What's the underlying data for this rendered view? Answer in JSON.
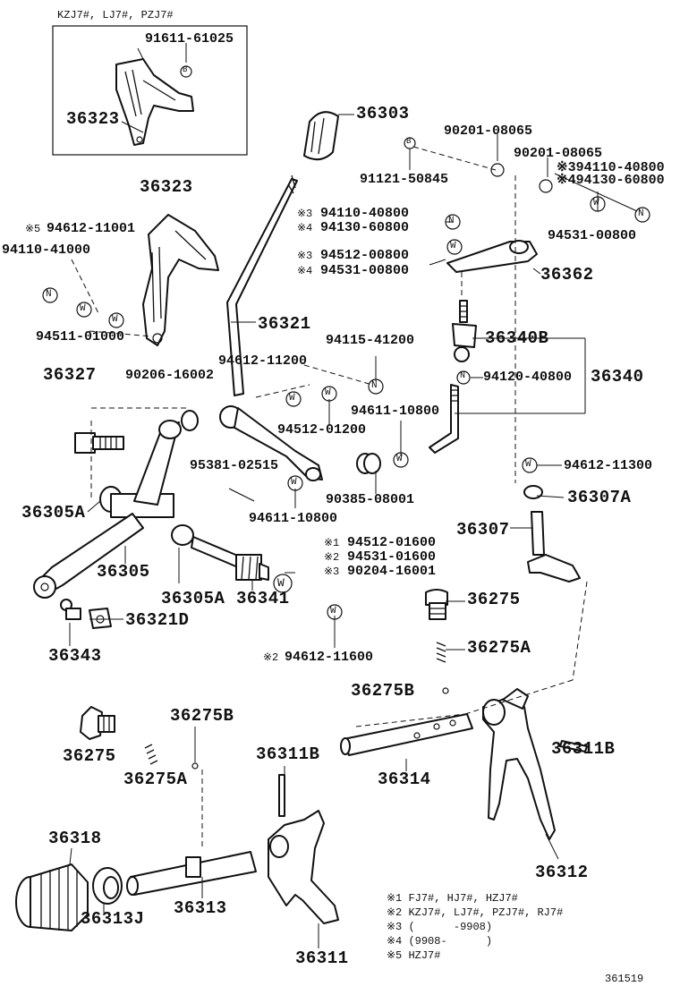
{
  "diagram": {
    "inset_title": "KZJ7#, LJ7#, PZJ7#",
    "image_code": "361519",
    "labels": {
      "p91611": "91611-61025",
      "p36323_inset": "36323",
      "p36303": "36303",
      "p90201a": "90201-08065",
      "p90201b": "90201-08065",
      "p394110": "※394110-40800",
      "p494130": "※494130-60800",
      "p91121": "91121-50845",
      "p94531a": "94531-00800",
      "p36323": "36323",
      "p94612a_mark": "※5",
      "p94612a": "94612-11001",
      "p94110_41000": "94110-41000",
      "p94511": "94511-01000",
      "p94110_mark": "※3",
      "p94110_40800": "94110-40800",
      "p94130_mark": "※4",
      "p94130": "94130-60800",
      "p94512_mark": "※3",
      "p94512_00800": "94512-00800",
      "p94531_mark": "※4",
      "p94531_00800": "94531-00800",
      "p36362": "36362",
      "p36321": "36321",
      "p94115": "94115-41200",
      "p36340B": "36340B",
      "p36327": "36327",
      "p90206": "90206-16002",
      "p94612_11200": "94612-11200",
      "p94120": "94120-40800",
      "p36340": "36340",
      "p94512_01200": "94512-01200",
      "p94611_10800a": "94611-10800",
      "p95381": "95381-02515",
      "p94612_11300": "94612-11300",
      "p94611_10800b": "94611-10800",
      "p90385": "90385-08001",
      "p36305A_left": "36305A",
      "p36307A": "36307A",
      "p36307": "36307",
      "m1": "※1",
      "p94512_01600": "94512-01600",
      "m2": "※2",
      "p94531_01600": "94531-01600",
      "m3": "※3",
      "p90204": "90204-16001",
      "p36305": "36305",
      "p36305A": "36305A",
      "p36341": "36341",
      "p36275_top": "36275",
      "p36321D": "36321D",
      "p36343": "36343",
      "p36275A_top": "36275A",
      "m2b": "※2",
      "p94612_11600": "94612-11600",
      "p36275B_r": "36275B",
      "p36275B_l": "36275B",
      "p36275_l": "36275",
      "p36275A_l": "36275A",
      "p36311B_l": "36311B",
      "p36314": "36314",
      "p36311B_r": "36311B",
      "p36318": "36318",
      "p36313": "36313",
      "p36313J": "36313J",
      "p36311": "36311",
      "p36312": "36312",
      "circ_B": "B",
      "circ_N": "N",
      "circ_W": "W"
    },
    "notes": [
      "※1 FJ7#, HJ7#, HZJ7#",
      "※2 KZJ7#, LJ7#, PZJ7#, RJ7#",
      "※3 (      -9908)",
      "※4 (9908-      )",
      "※5 HZJ7#"
    ]
  }
}
